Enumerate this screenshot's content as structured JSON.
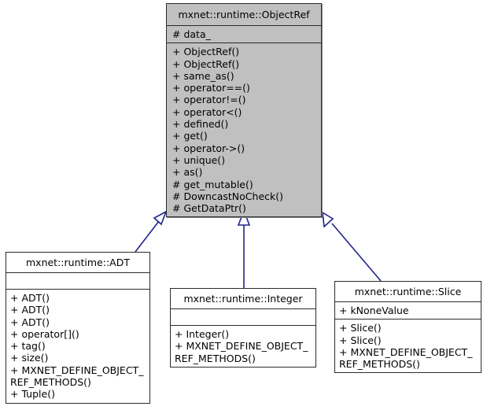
{
  "diagram": {
    "kind": "uml-class-inheritance",
    "edge_color": "#22228a",
    "base_fill": "#c0c0c0",
    "derived_fill": "#ffffff",
    "border_color": "#2b2b2b"
  },
  "classes": {
    "object_ref": {
      "title": "mxnet::runtime::ObjectRef",
      "attributes": [
        "# data_"
      ],
      "methods": [
        "+ ObjectRef()",
        "+ ObjectRef()",
        "+ same_as()",
        "+ operator==()",
        "+ operator!=()",
        "+ operator<()",
        "+ defined()",
        "+ get()",
        "+ operator->()",
        "+ unique()",
        "+ as()",
        "# get_mutable()",
        "# DowncastNoCheck()",
        "# GetDataPtr()"
      ]
    },
    "adt": {
      "title": "mxnet::runtime::ADT",
      "attributes": [],
      "methods": [
        "+ ADT()",
        "+ ADT()",
        "+ ADT()",
        "+ operator[]()",
        "+ tag()",
        "+ size()",
        "+ MXNET_DEFINE_OBJECT_REF_METHODS()",
        "+ Tuple()"
      ]
    },
    "integer": {
      "title": "mxnet::runtime::Integer",
      "attributes": [],
      "methods": [
        "+ Integer()",
        "+ MXNET_DEFINE_OBJECT_REF_METHODS()"
      ]
    },
    "slice": {
      "title": "mxnet::runtime::Slice",
      "attributes": [
        "+ kNoneValue"
      ],
      "methods": [
        "+ Slice()",
        "+ Slice()",
        "+ MXNET_DEFINE_OBJECT_REF_METHODS()"
      ]
    }
  },
  "edges": [
    {
      "from": "adt",
      "to": "object_ref",
      "type": "inheritance"
    },
    {
      "from": "integer",
      "to": "object_ref",
      "type": "inheritance"
    },
    {
      "from": "slice",
      "to": "object_ref",
      "type": "inheritance"
    }
  ]
}
